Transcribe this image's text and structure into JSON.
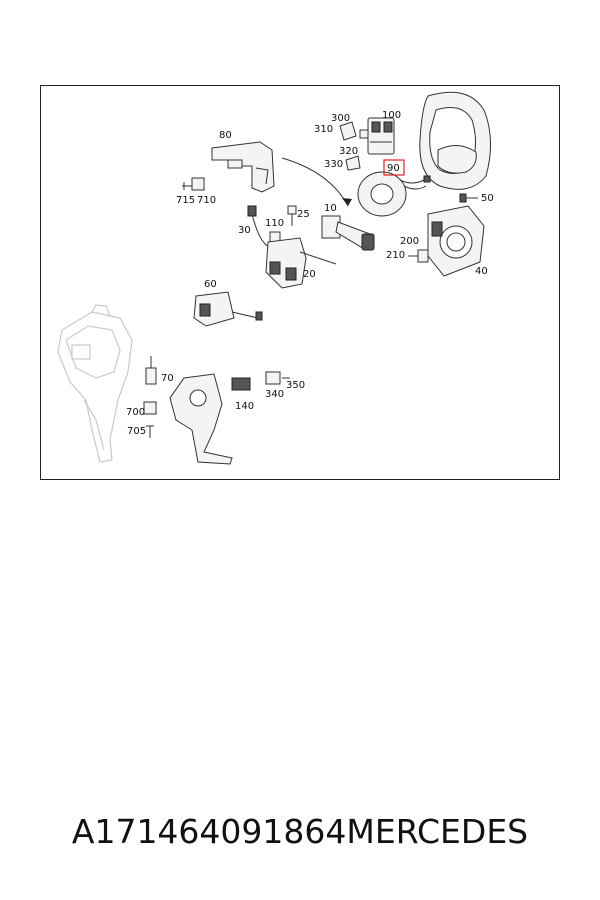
{
  "labels": [
    {
      "id": "80",
      "text": "80"
    },
    {
      "id": "300",
      "text": "300"
    },
    {
      "id": "310",
      "text": "310"
    },
    {
      "id": "100",
      "text": "100"
    },
    {
      "id": "320",
      "text": "320"
    },
    {
      "id": "330",
      "text": "330"
    },
    {
      "id": "90",
      "text": "90"
    },
    {
      "id": "715",
      "text": "715"
    },
    {
      "id": "710",
      "text": "710"
    },
    {
      "id": "50",
      "text": "50"
    },
    {
      "id": "10",
      "text": "10"
    },
    {
      "id": "25",
      "text": "25"
    },
    {
      "id": "110",
      "text": "110"
    },
    {
      "id": "30",
      "text": "30"
    },
    {
      "id": "200",
      "text": "200"
    },
    {
      "id": "210",
      "text": "210"
    },
    {
      "id": "40",
      "text": "40"
    },
    {
      "id": "20",
      "text": "20"
    },
    {
      "id": "60",
      "text": "60"
    },
    {
      "id": "70",
      "text": "70"
    },
    {
      "id": "350",
      "text": "350"
    },
    {
      "id": "340",
      "text": "340"
    },
    {
      "id": "700",
      "text": "700"
    },
    {
      "id": "140",
      "text": "140"
    },
    {
      "id": "705",
      "text": "705"
    }
  ],
  "highlight_color": "#e02020",
  "caption": {
    "part_number": "A171464091864",
    "brand": "MERCEDES"
  }
}
